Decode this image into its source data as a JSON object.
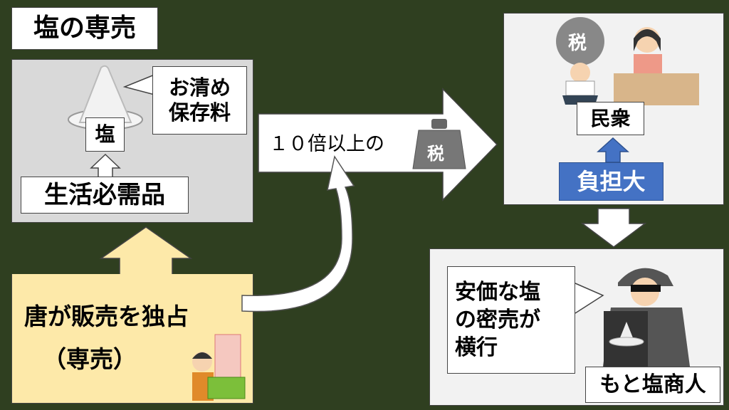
{
  "title": "塩の専売",
  "left_panel": {
    "salt_label": "塩",
    "uses": [
      "お清め",
      "保存料"
    ],
    "necessity": "生活必需品"
  },
  "monopoly": {
    "line1": "唐が販売を独占",
    "line2": "（専売）"
  },
  "tax_arrow": {
    "text": "１０倍以上の",
    "weight_label": "税"
  },
  "people_panel": {
    "tax_weight_label": "税",
    "label": "民衆",
    "burden": "負担大"
  },
  "smuggler_panel": {
    "bubble": [
      "安価な塩",
      "の密売が",
      "横行"
    ],
    "label": "もと塩商人"
  },
  "colors": {
    "background": "#2f3f20",
    "burden_blue": "#4472c4",
    "monopoly_yellow": "#fde9a9"
  }
}
